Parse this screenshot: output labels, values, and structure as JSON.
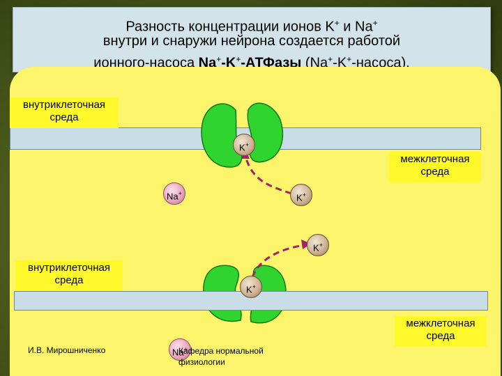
{
  "title": {
    "line1": "Разность концентрации ионов K",
    "line1_sup": "+",
    "line1_and": " и Na",
    "line1_sup2": "+",
    "line2": "внутри и снаружи нейрона создается работой",
    "line3_pre": "ионного-насоса ",
    "line3_bold": "Na",
    "line3_sup1": "+",
    "line3_bold2": "-K",
    "line3_sup2": "+",
    "line3_bold3": "-АТФазы",
    "line3_post": " (Na",
    "line3_sup3": "+",
    "line3_post2": "-K",
    "line3_sup4": "+",
    "line3_post3": "-насоса)."
  },
  "top": {
    "inside_label": "внутриклеточная\nсреда",
    "outside_label": "межклеточная\nсреда",
    "ion_in_pump": "K",
    "ion_na": "Na",
    "ion_k_right": "K",
    "sup": "+"
  },
  "bottom": {
    "inside_label": "внутриклеточная\nсреда",
    "outside_label": "межклеточная\nсреда",
    "ion_k_top": "K",
    "ion_in_pump": "K",
    "ion_na": "Na",
    "sup": "+"
  },
  "footer": {
    "author": "И.В. Мирошниченко",
    "department": "Кафедра нормальной\nфизиологии"
  },
  "colors": {
    "pump_green": "#2fd42f",
    "arrow_magenta": "#a3206e",
    "panel_yellow": "#fcf46b"
  }
}
